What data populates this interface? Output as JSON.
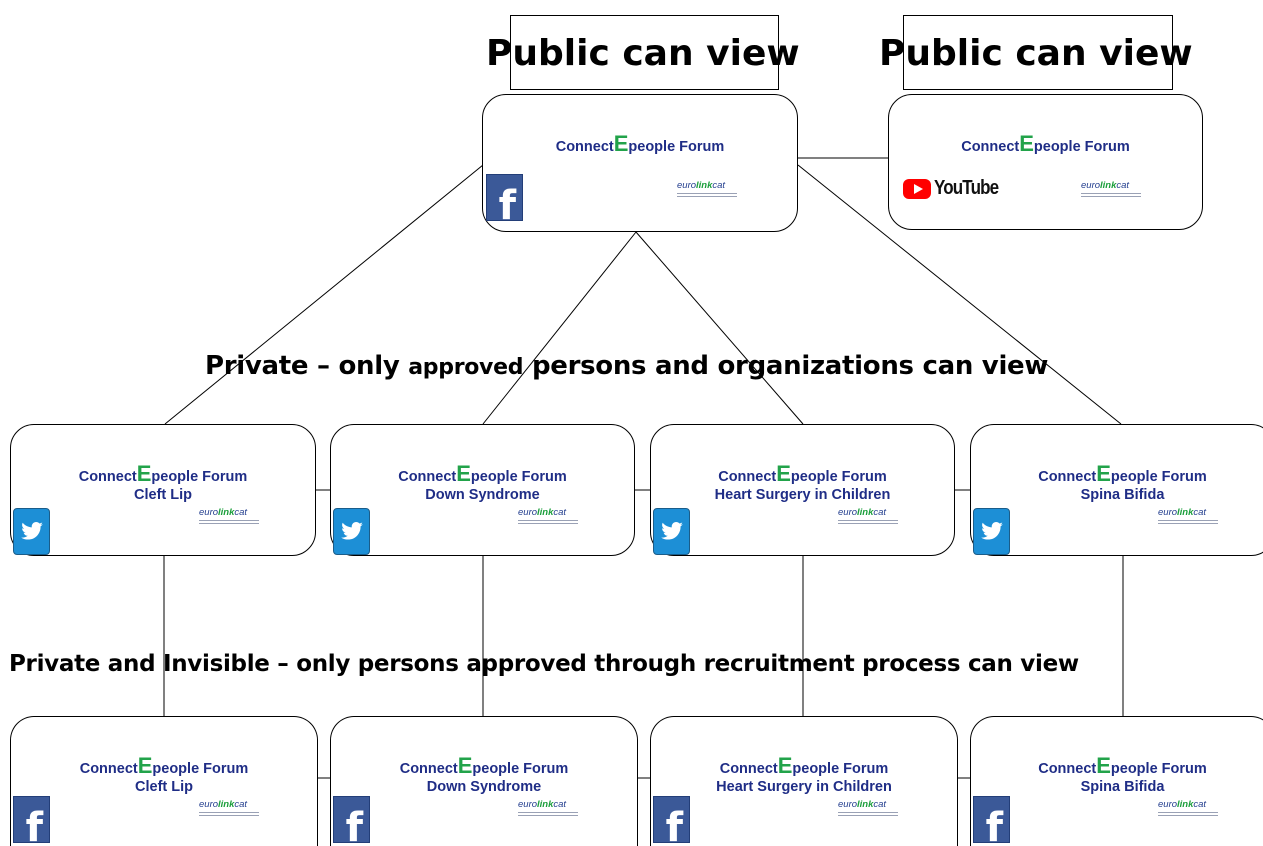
{
  "labels": {
    "public_left": "Public can view",
    "public_right": "Public can view",
    "level2_a": "Private – only",
    "level2_b": "approved",
    "level2_c": "persons and organizations can view",
    "level3": "Private and Invisible – only persons  approved through recruitment process can view"
  },
  "forum": {
    "prefix": "Connect",
    "e": "E",
    "suffix": "people Forum"
  },
  "logo": {
    "euro": "euro",
    "link": "link",
    "cat": "cat"
  },
  "youtube": {
    "wordmark": "YouTube"
  },
  "topics": [
    "Cleft Lip",
    "Down Syndrome",
    "Heart Surgery in Children",
    "Spina Bifida"
  ],
  "colors": {
    "forum_blue": "#1f2d86",
    "forum_green": "#22a34a",
    "facebook": "#3b5998",
    "twitter": "#1d8fd6",
    "youtube_red": "#ff0000"
  },
  "icons": {
    "facebook": "facebook-icon",
    "twitter": "twitter-icon",
    "youtube": "youtube-icon",
    "logo": "eurolinkcat-logo"
  }
}
